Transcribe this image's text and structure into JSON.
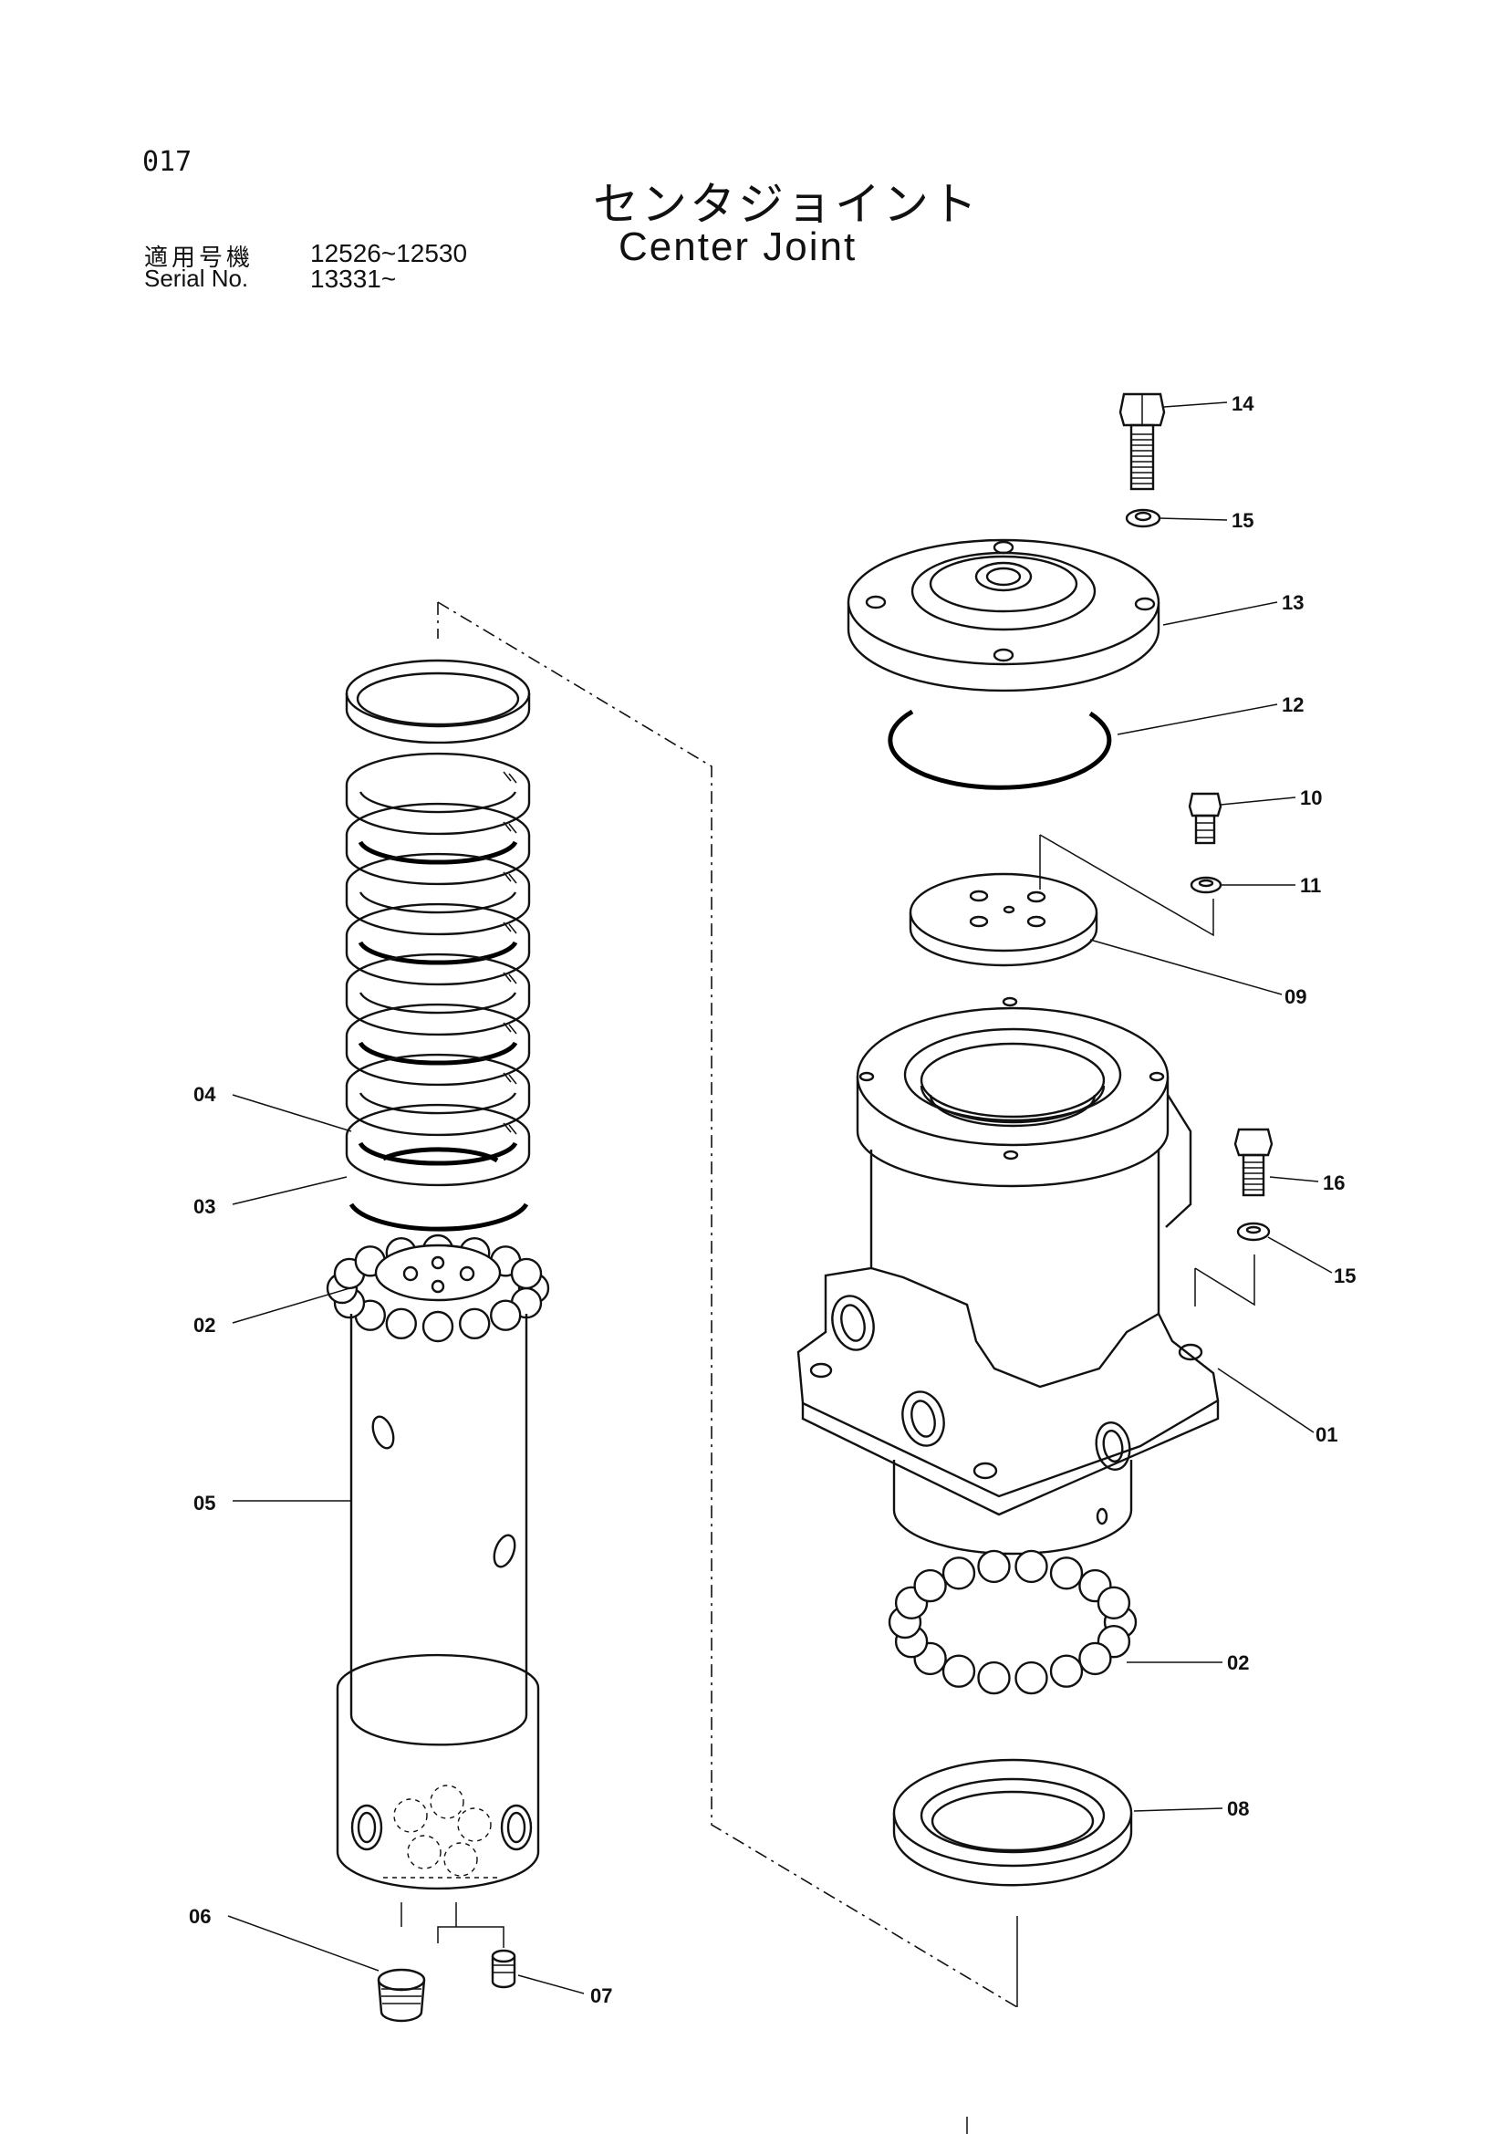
{
  "header": {
    "page_number": "017",
    "title_jp": "センタジョイント",
    "title_en": "Center Joint",
    "applicable_label": "適用号機",
    "applicable_value": "12526~12530",
    "serial_label": "Serial No.",
    "serial_value": "13331~"
  },
  "callouts": {
    "c01": "01",
    "c02a": "02",
    "c02b": "02",
    "c03": "03",
    "c04": "04",
    "c05": "05",
    "c06": "06",
    "c07": "07",
    "c08": "08",
    "c09": "09",
    "c10": "10",
    "c11": "11",
    "c12": "12",
    "c13": "13",
    "c14": "14",
    "c15a": "15",
    "c15b": "15",
    "c16": "16"
  }
}
